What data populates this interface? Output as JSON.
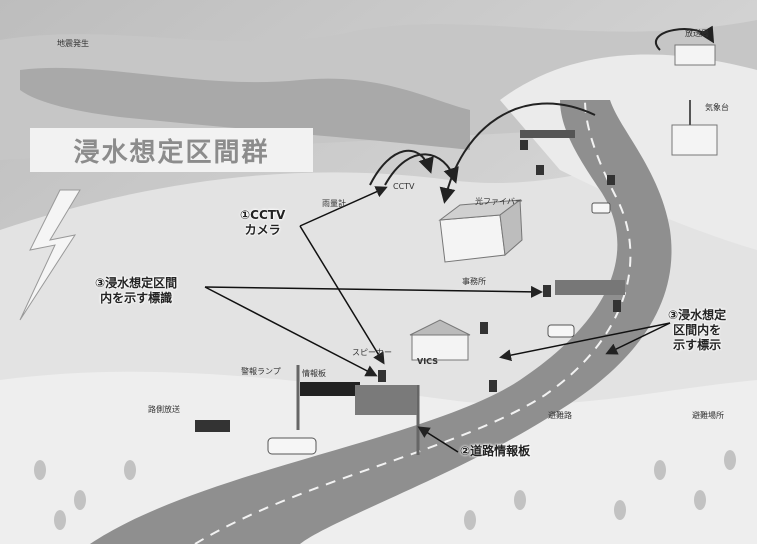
{
  "title": "浸水想定区間群",
  "callouts": {
    "cctv": [
      "①CCTV",
      "カメラ"
    ],
    "sign_left": [
      "③浸水想定区間",
      "内を示す標識"
    ],
    "sign_right": [
      "③浸水想定",
      "区間内を",
      "示す標示"
    ],
    "info_board": "②道路情報板"
  },
  "small_labels": {
    "earthquake": "地震発生",
    "broadcast": "放送局",
    "weather_station": "気象台",
    "cctv_small": "CCTV",
    "rain_gauge": "雨量計",
    "optical_fiber": "光ファイバー",
    "office": "事務所",
    "speaker": "スピーカー",
    "vics": "VICS",
    "warning_lamp": "警報ランプ",
    "info_board_small": "情報板",
    "roadside_release": "路側放送",
    "evacuation_route": "避難路",
    "evacuation_site": "避難場所"
  },
  "colors": {
    "background": "#d9d9d9",
    "road": "#8f8f8f",
    "title_box": "#f2f2f2",
    "title_text": "#8c8c8c"
  }
}
